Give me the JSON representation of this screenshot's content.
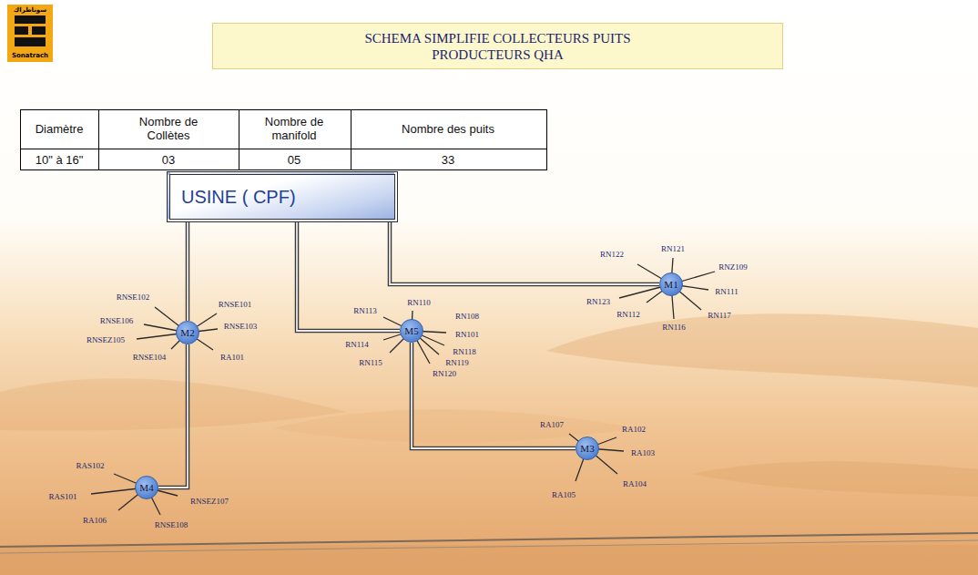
{
  "diagram": {
    "title": "SCHEMA SIMPLIFIE COLLECTEURS PUITS PRODUCTEURS QHA",
    "nodes": [
      {
        "text": [
          "USINE ( CPF)"
        ]
      },
      {
        "text": [
          "M1"
        ]
      },
      {
        "text": [
          "M2"
        ]
      },
      {
        "text": [
          "M5"
        ]
      },
      {
        "text": [
          "M3"
        ]
      },
      {
        "text": [
          "M4"
        ]
      }
    ],
    "edges": [
      {
        "from": 0,
        "to": 2,
        "arrow": "none"
      },
      {
        "from": 0,
        "to": 3,
        "arrow": "none"
      },
      {
        "from": 0,
        "to": 1,
        "arrow": "none"
      },
      {
        "from": 2,
        "to": 5,
        "arrow": "none"
      },
      {
        "from": 3,
        "to": 4,
        "arrow": "none"
      }
    ],
    "labels": [
      "سوناطراك",
      "Sonatrach",
      "Diamètre",
      "Nombre de Collètes",
      "Nombre de manifold",
      "Nombre des puits",
      "10\" à 16\"",
      "03",
      "05",
      "33",
      "RN122",
      "RN121",
      "RNZ109",
      "RN111",
      "RN117",
      "RN116",
      "RN112",
      "RN123",
      "RNSE102",
      "RNSE101",
      "RNSE106",
      "RNSE103",
      "RNSEZ105",
      "RNSE104",
      "RA101",
      "RN110",
      "RN113",
      "RN108",
      "RN101",
      "RN114",
      "RN118",
      "RN119",
      "RN115",
      "RN120",
      "RA107",
      "RA102",
      "RA103",
      "RA104",
      "RA105",
      "RAS102",
      "RAS101",
      "RNSEZ107",
      "RA106",
      "RNSE108"
    ]
  }
}
